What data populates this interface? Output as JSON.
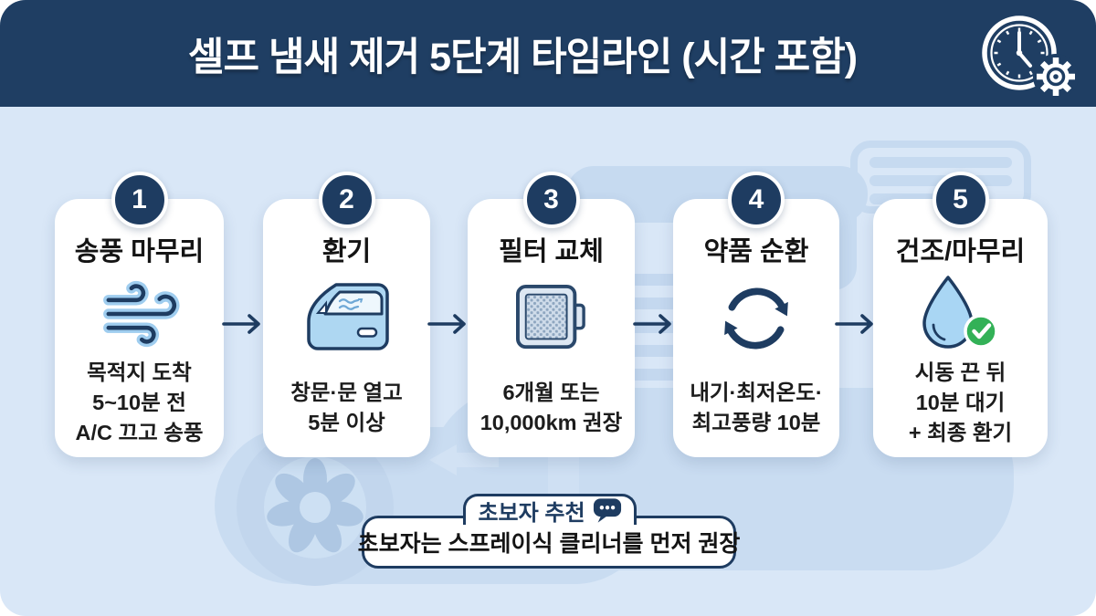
{
  "header": {
    "title": "셀프 냄새 제거 5단계 타임라인 (시간 포함)",
    "icon": "clock-gear-icon"
  },
  "steps": [
    {
      "number": "1",
      "title": "송풍 마무리",
      "icon": "wind-icon",
      "desc_lines": [
        "목적지 도착",
        "5~10분 전",
        "A/C 끄고 송풍"
      ]
    },
    {
      "number": "2",
      "title": "환기",
      "icon": "car-door-icon",
      "desc_lines": [
        "창문·문 열고",
        "5분 이상"
      ]
    },
    {
      "number": "3",
      "title": "필터 교체",
      "icon": "cabin-filter-icon",
      "desc_lines": [
        "6개월 또는",
        "10,000km 권장"
      ]
    },
    {
      "number": "4",
      "title": "약품 순환",
      "icon": "circulation-arrows-icon",
      "desc_lines": [
        "내기·최저온도·",
        "최고풍량 10분"
      ]
    },
    {
      "number": "5",
      "title": "건조/마무리",
      "icon": "water-drop-check-icon",
      "desc_lines": [
        "시동 끈 뒤",
        "10분 대기",
        "+ 최종 환기"
      ]
    }
  ],
  "footer_note": {
    "tab_label": "초보자 추천",
    "tab_icon": "speech-bubble-icon",
    "text": "초보자는 스프레이식 클리너를 먼저 권장"
  },
  "colors": {
    "header_navy": "#1f3e63",
    "accent_navy": "#1e3c61",
    "background_blue": "#d9e7f7",
    "card_white": "#ffffff",
    "icon_light_blue": "#a9d6f4",
    "check_green": "#33b157",
    "decor_blue": "#c6daf0",
    "text_dark": "#141414"
  }
}
